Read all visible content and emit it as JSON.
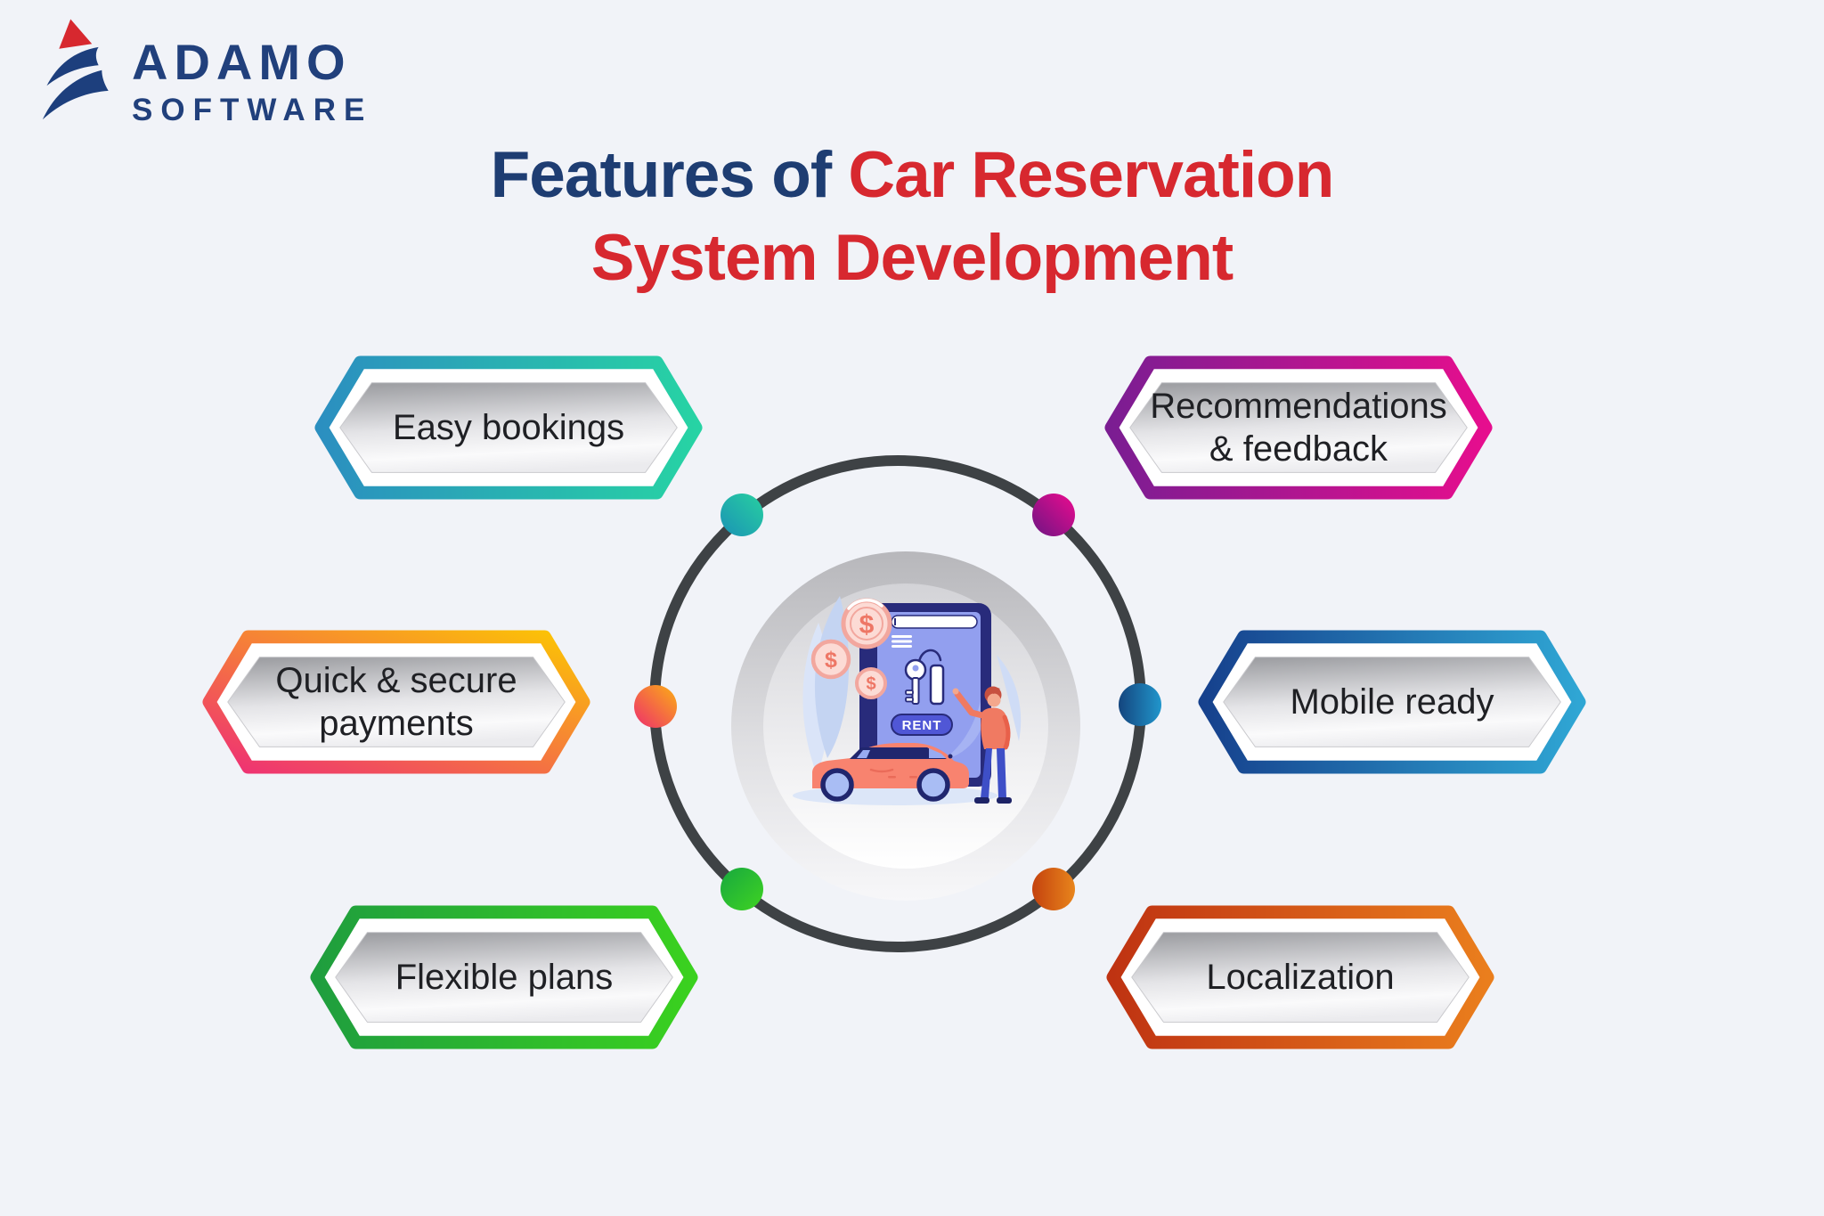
{
  "brand": {
    "line1": "ADAMO",
    "line2": "SOFTWARE",
    "text_color": "#21407c",
    "mark_accent": "#d7282f"
  },
  "title": {
    "line1_dark": "Features of ",
    "line1_red": "Car Reservation",
    "line2_red": "System Development",
    "dark_color": "#1e3d72",
    "red_color": "#d7282f"
  },
  "center": {
    "rent_label": "RENT",
    "coin_symbol": "$",
    "ring_color": "#3e4245",
    "dots": [
      {
        "name": "easy-bookings",
        "c1": "#1a93b5",
        "c2": "#28d0a0"
      },
      {
        "name": "recommendations-feedback",
        "c1": "#6d1583",
        "c2": "#ec0b8f"
      },
      {
        "name": "quick-secure-payments",
        "c1": "#ee2d6d",
        "c2": "#fbaf14"
      },
      {
        "name": "mobile-ready",
        "c1": "#14457e",
        "c2": "#2196cc"
      },
      {
        "name": "flexible-plans",
        "c1": "#17a83f",
        "c2": "#3fd322"
      },
      {
        "name": "localization",
        "c1": "#c4420e",
        "c2": "#e8851c"
      }
    ]
  },
  "badges": [
    {
      "id": "easy-bookings",
      "lines": [
        "Easy bookings"
      ],
      "c1": "#2b8fc0",
      "c2": "#27d3a4"
    },
    {
      "id": "recommendations-feedback",
      "lines": [
        "Recommendations",
        "& feedback"
      ],
      "c1": "#7b1d92",
      "c2": "#e60e8e"
    },
    {
      "id": "quick-secure-payments",
      "lines": [
        "Quick & secure",
        "payments"
      ],
      "c1": "#ee2f75",
      "c2": "#fcc603"
    },
    {
      "id": "mobile-ready",
      "lines": [
        "Mobile ready"
      ],
      "c1": "#16418d",
      "c2": "#2fa6d4"
    },
    {
      "id": "flexible-plans",
      "lines": [
        "Flexible plans"
      ],
      "c1": "#1f9e3e",
      "c2": "#3ad11f"
    },
    {
      "id": "localization",
      "lines": [
        "Localization"
      ],
      "c1": "#bf3312",
      "c2": "#ea7e1d"
    }
  ]
}
